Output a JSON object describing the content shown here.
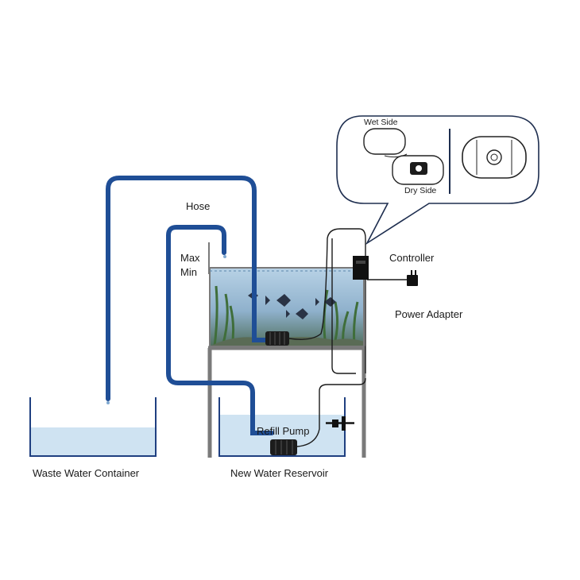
{
  "labels": {
    "hose": "Hose",
    "max": "Max",
    "min": "Min",
    "controller": "Controller",
    "power_adapter": "Power Adapter",
    "waste_water_container": "Waste Water Container",
    "new_water_reservoir": "New Water Reservoir",
    "refill_pump": "Refill Pump",
    "wet_side": "Wet Side",
    "dry_side": "Dry Side"
  },
  "colors": {
    "hose": "#1f4e96",
    "water": "#cfe3f2",
    "tank_water": "#a9c7de",
    "frame": "#7a7a7a",
    "cable": "#1a1a1a",
    "pump": "#1c1c1c",
    "bubble": "#1e2e4f"
  },
  "icons": [
    "dry-pump-icon",
    "wet-pump-icon",
    "controller-sensor-icon",
    "power-plug-icon",
    "inline-valve-icon",
    "fish-icon"
  ]
}
